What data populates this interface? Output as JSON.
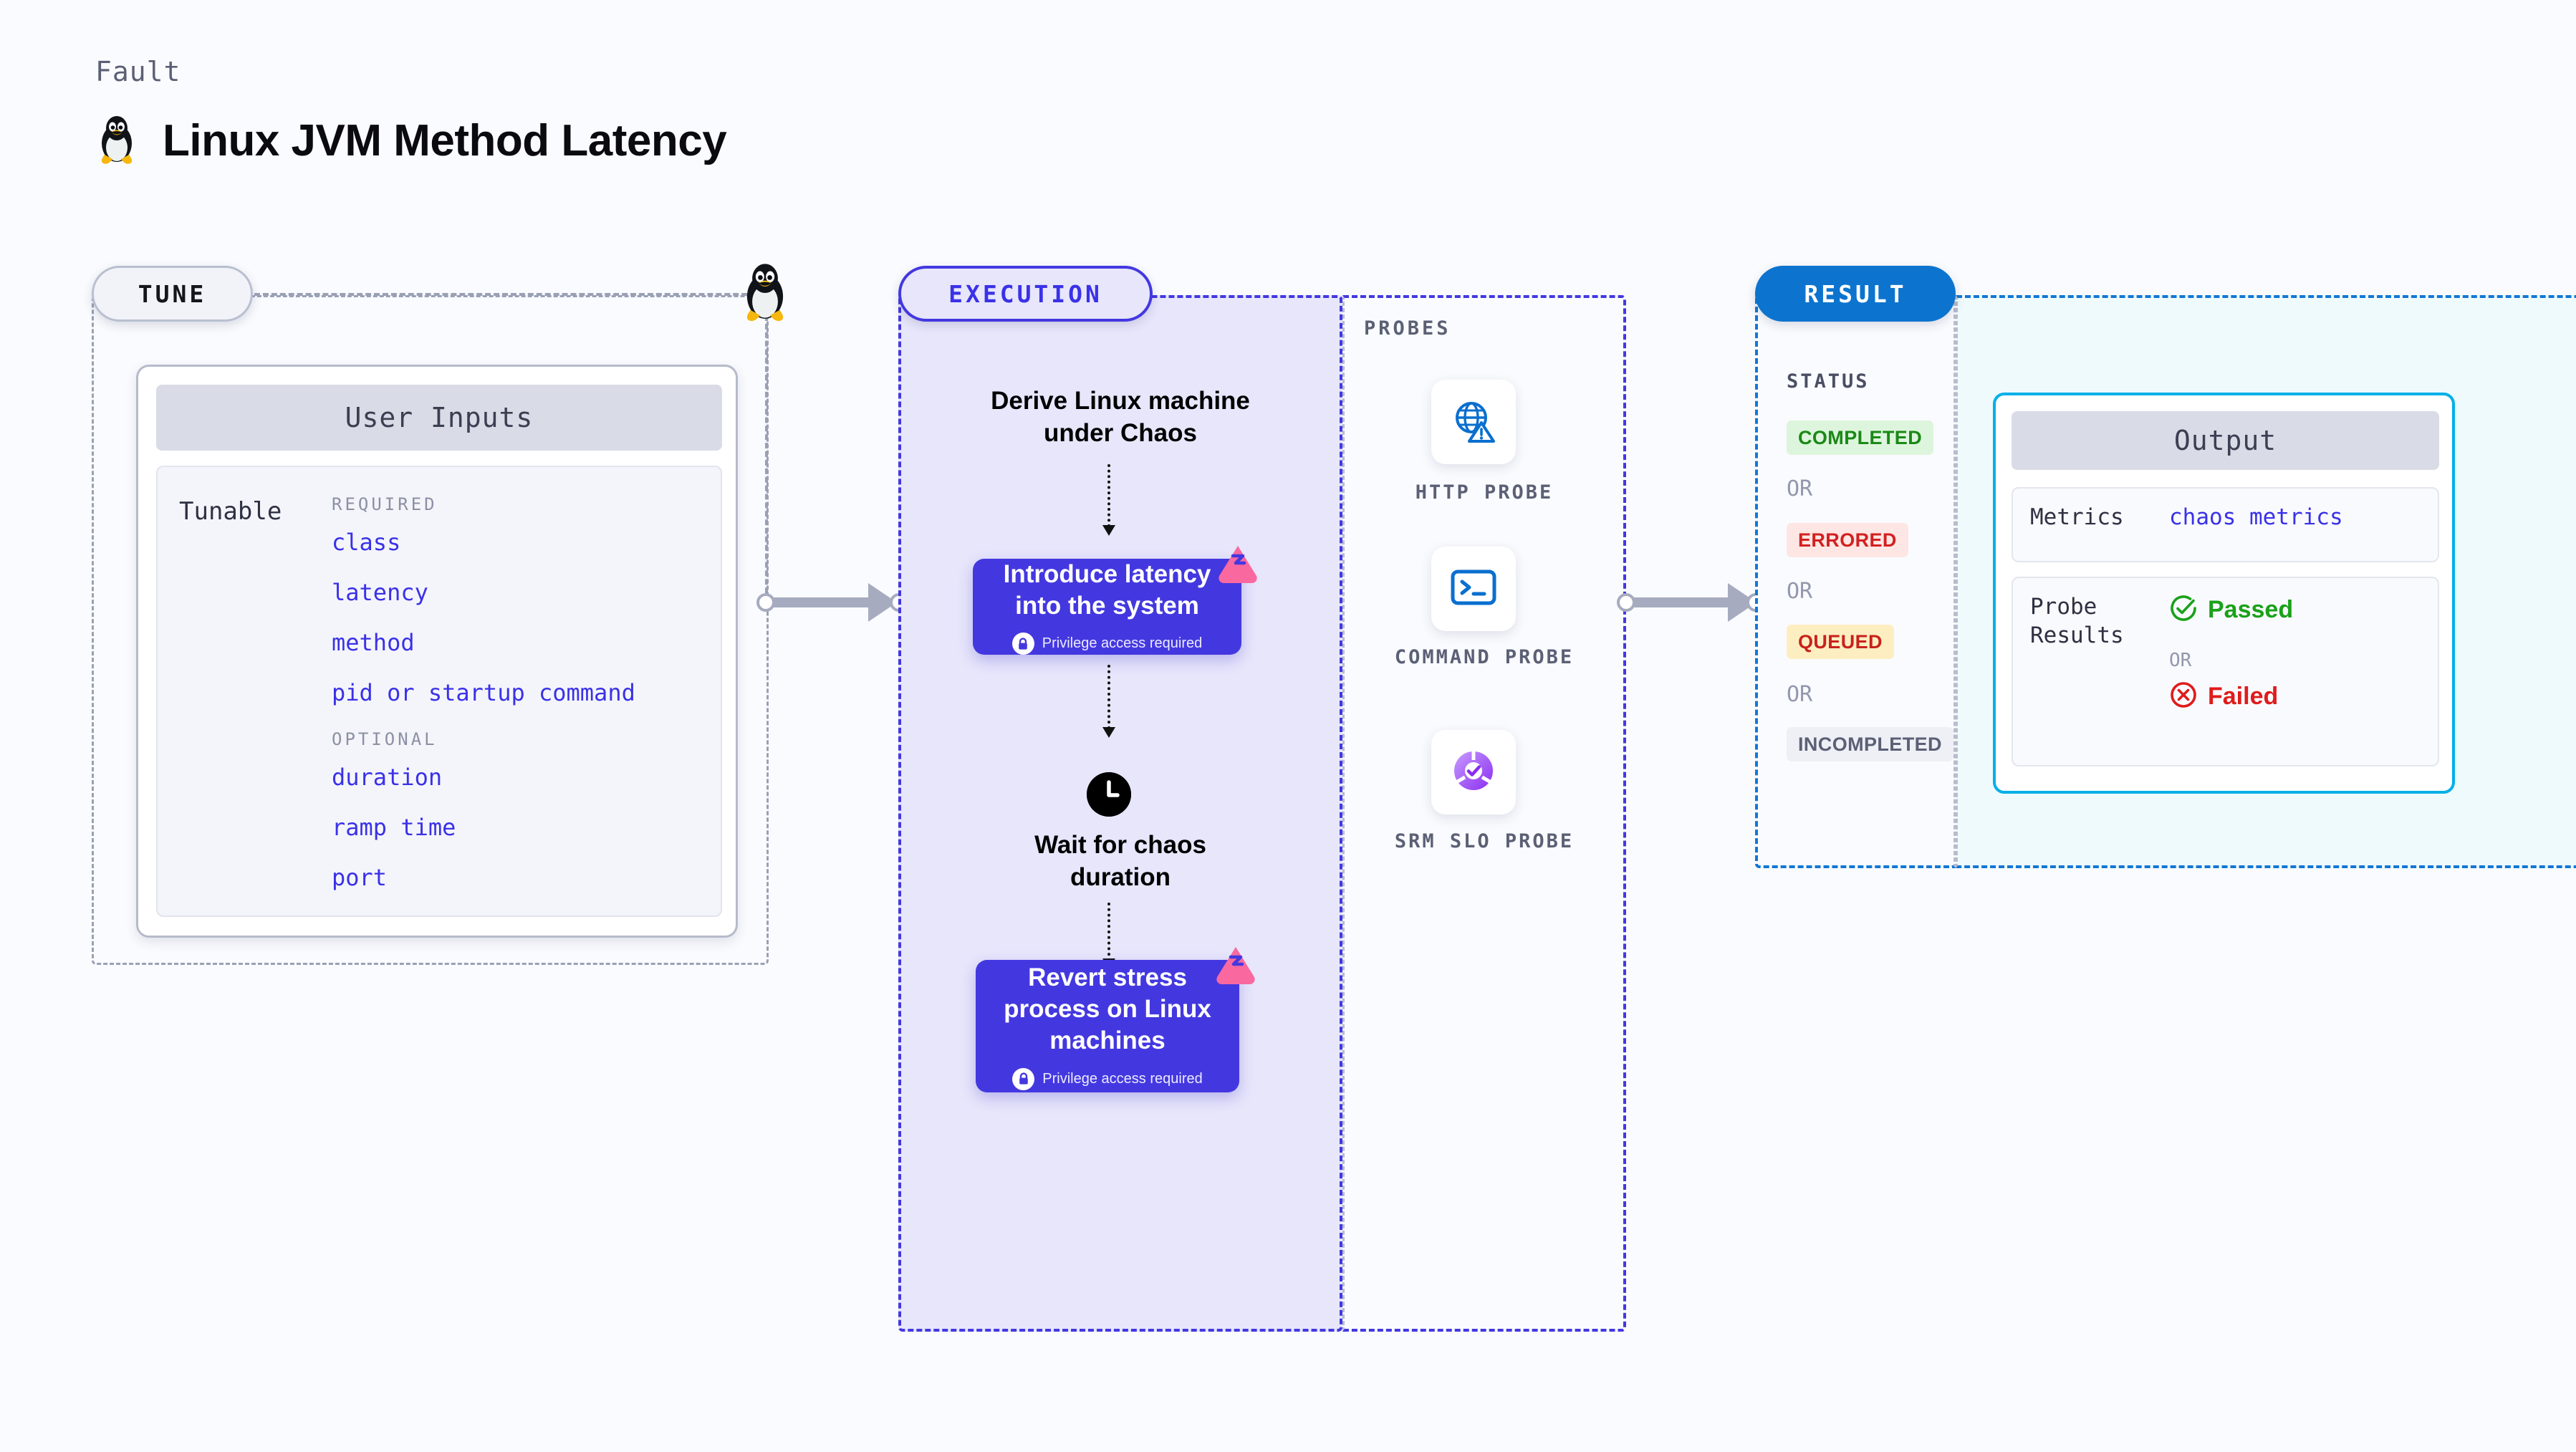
{
  "header": {
    "eyebrow": "Fault",
    "title": "Linux JVM Method Latency",
    "icon": "tux-penguin-icon"
  },
  "tune": {
    "pill_label": "TUNE",
    "card_title": "User Inputs",
    "tunable_label": "Tunable",
    "groups": [
      {
        "title": "REQUIRED",
        "items": [
          "class",
          "latency",
          "method",
          "pid or startup command"
        ]
      },
      {
        "title": "OPTIONAL",
        "items": [
          "duration",
          "ramp time",
          "port"
        ]
      }
    ]
  },
  "execution": {
    "pill_label": "EXECUTION",
    "steps": [
      {
        "type": "text",
        "label": "Derive Linux machine\nunder Chaos"
      },
      {
        "type": "card",
        "label": "Introduce latency\ninto the system",
        "note": "Privilege access required",
        "badge": "litmus-chaos-icon"
      },
      {
        "type": "clock",
        "label": "Wait for chaos\nduration",
        "icon": "clock-icon"
      },
      {
        "type": "card",
        "label": "Revert stress\nprocess on Linux\nmachines",
        "note": "Privilege access required",
        "badge": "litmus-chaos-icon"
      }
    ]
  },
  "probes": {
    "section_label": "PROBES",
    "items": [
      {
        "caption": "HTTP PROBE",
        "icon": "globe-warning-icon"
      },
      {
        "caption": "COMMAND PROBE",
        "icon": "terminal-prompt-icon"
      },
      {
        "caption": "SRM SLO PROBE",
        "icon": "slo-donut-check-icon"
      }
    ]
  },
  "result": {
    "pill_label": "RESULT",
    "status_label": "STATUS",
    "or_label": "OR",
    "statuses": [
      {
        "label": "COMPLETED",
        "text_color": "#1a8917",
        "bg_color": "#ddf5dc"
      },
      {
        "label": "ERRORED",
        "text_color": "#d32020",
        "bg_color": "#fde6e4"
      },
      {
        "label": "QUEUED",
        "text_color": "#c8221c",
        "bg_color": "#fdeec2"
      },
      {
        "label": "INCOMPLETED",
        "text_color": "#5b6075",
        "bg_color": "#eef0f6"
      }
    ]
  },
  "output": {
    "card_title": "Output",
    "metrics_key": "Metrics",
    "metrics_value": "chaos metrics",
    "probe_results_key": "Probe\nResults",
    "passed_label": "Passed",
    "failed_label": "Failed",
    "or_label": "OR",
    "passed_color": "#1aa11a",
    "failed_color": "#e01b1b"
  },
  "colors": {
    "background": "#fafbfe",
    "accent_purple": "#4338e0",
    "accent_blue": "#0c74cf",
    "accent_cyan": "#00b0e8",
    "link_blue": "#3a31e8",
    "chaos_pink": "#f9699f",
    "connector_grey": "#a7abbf"
  }
}
